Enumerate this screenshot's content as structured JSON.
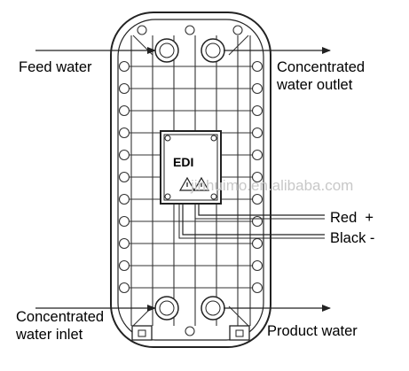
{
  "labels": {
    "feed_water": "Feed water",
    "concentrated_outlet_line1": "Concentrated",
    "concentrated_outlet_line2": "water outlet",
    "red_terminal": "Red  +",
    "black_terminal": "Black -",
    "concentrated_inlet_line1": "Concentrated",
    "concentrated_inlet_line2": "water inlet",
    "product_water": "Product water"
  },
  "module_label": "EDI",
  "watermark": "jinhuimo.en.alibaba.com",
  "colors": {
    "line": "#222222",
    "background": "#ffffff",
    "watermark": "#c8c8c8"
  },
  "icons": {
    "warning": "warning-triangle-icon"
  }
}
